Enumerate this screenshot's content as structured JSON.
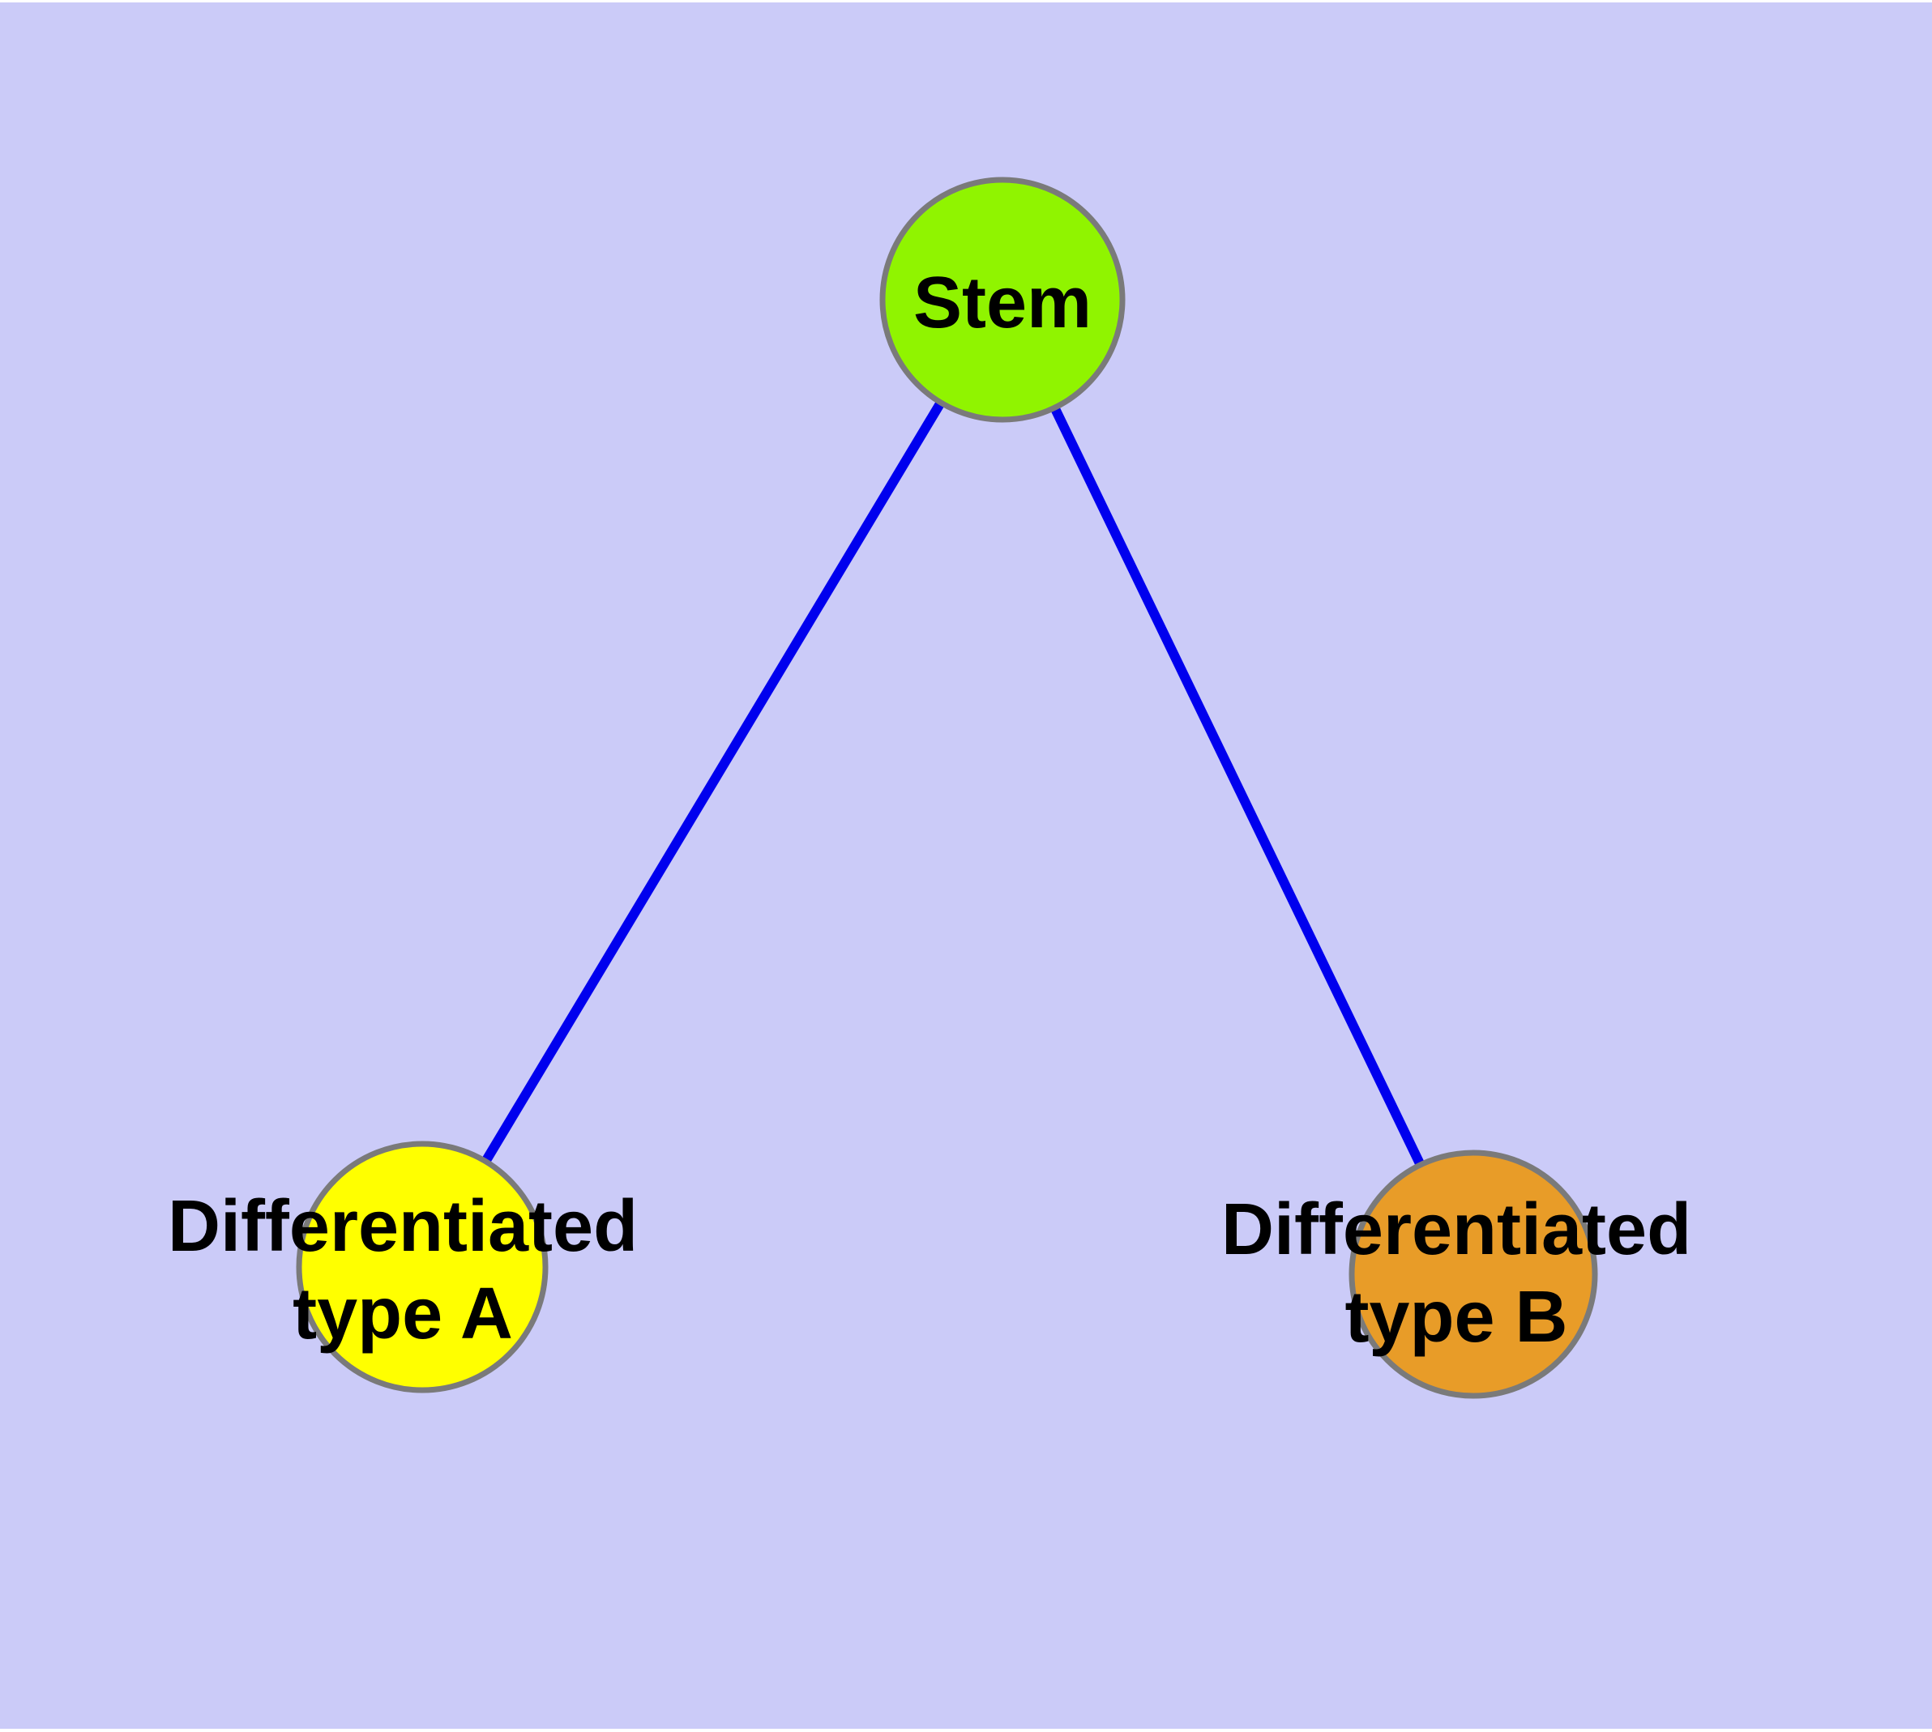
{
  "figure": {
    "background_color": "#CBCBF8",
    "frame_color": "#FFFFFF",
    "edge_color": "#0000EE",
    "node_border_color": "#7A7A7A",
    "label_color": "#000000"
  },
  "nodes": {
    "stem": {
      "label": "Stem",
      "fill": "#90F400"
    },
    "type_a": {
      "label": "Differentiated type A",
      "line1": "Differentiated",
      "line2": "type A",
      "fill": "#FFFF00"
    },
    "type_b": {
      "label": "Differentiated type B",
      "line1": "Differentiated",
      "line2": "type B",
      "fill": "#E89C28"
    }
  },
  "edges": [
    {
      "from": "Stem",
      "to": "Differentiated type A"
    },
    {
      "from": "Stem",
      "to": "Differentiated type B"
    }
  ]
}
